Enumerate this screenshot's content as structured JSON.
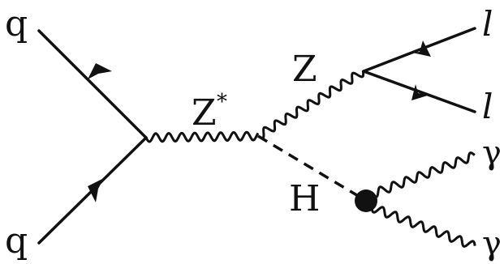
{
  "labels": {
    "quark_top": "q",
    "quark_bottom": "q",
    "zstar": "Z",
    "zstar_sup": "*",
    "z": "Z",
    "higgs": "H",
    "lepton_top": "l",
    "lepton_bottom": "l",
    "photon_top": "γ",
    "photon_bottom": "γ"
  },
  "colors": {
    "ink": "#111111",
    "background": "#ffffff"
  }
}
